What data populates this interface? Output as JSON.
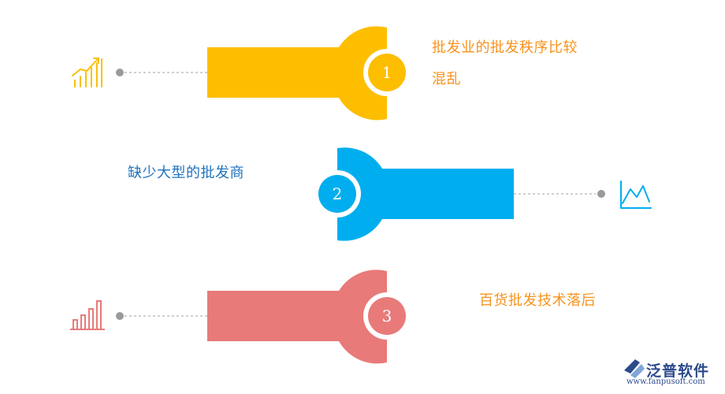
{
  "items": [
    {
      "number": "1",
      "text_line1": "批发业的批发秩序比较",
      "text_line2": "混乱",
      "color": "#FDBE00",
      "icon": "growth-bars-arrow-icon"
    },
    {
      "number": "2",
      "text_line1": "缺少大型的批发商",
      "color": "#00AEEF",
      "icon": "line-chart-icon"
    },
    {
      "number": "3",
      "text_line1": "百货批发技术落后",
      "color": "#E87A7A",
      "icon": "bar-chart-icon"
    }
  ],
  "colors": {
    "dot": "#9a9a9a",
    "dash": "#b5b5b5",
    "text1": "#F7931E",
    "text2": "#1E73BE",
    "text3": "#F7931E"
  },
  "brand": {
    "name": "泛普软件",
    "url": "www.fanpusoft.com"
  }
}
